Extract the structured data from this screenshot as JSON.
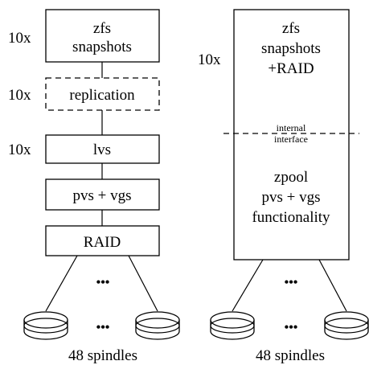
{
  "left_stack": {
    "layers": [
      {
        "lines": [
          "zfs",
          "snapshots"
        ],
        "multiplier": "10x"
      },
      {
        "lines": [
          "replication"
        ],
        "multiplier": "10x",
        "dashed": true
      },
      {
        "lines": [
          "lvs"
        ],
        "multiplier": "10x"
      },
      {
        "lines": [
          "pvs + vgs"
        ]
      },
      {
        "lines": [
          "RAID"
        ]
      }
    ],
    "ellipsis_top": "•••",
    "ellipsis_bottom": "•••",
    "disks_label": "48 spindles"
  },
  "right_stack": {
    "multiplier": "10x",
    "upper_lines": [
      "zfs",
      "snapshots",
      "+RAID"
    ],
    "interface_lines": [
      "internal",
      "interface"
    ],
    "lower_lines": [
      "zpool",
      "pvs + vgs",
      "functionality"
    ],
    "ellipsis_top": "•••",
    "ellipsis_bottom": "•••",
    "disks_label": "48 spindles"
  }
}
